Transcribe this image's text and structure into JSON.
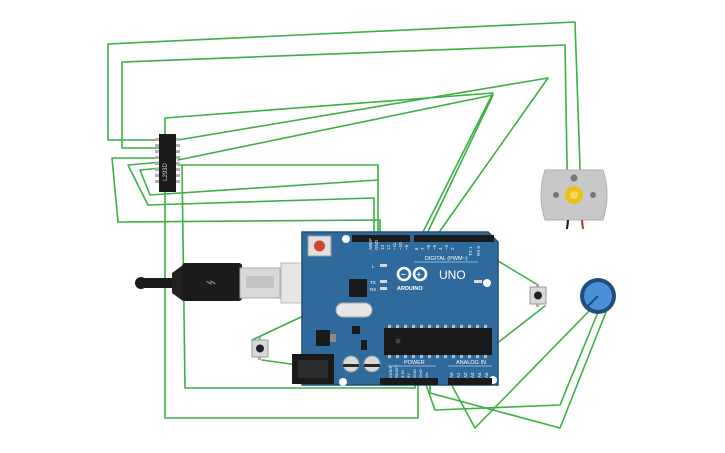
{
  "colors": {
    "wire": "#3cb043",
    "board": "#2f6a9c",
    "board_edge": "#1f4e78",
    "chip": "#222222",
    "header": "#1a1a1a",
    "reset_button": "#d0492f",
    "motor_body": "#c8c8c8",
    "motor_shaft": "#e8c21a",
    "pot_body": "#1f4e78",
    "pot_knob": "#4a90d9"
  },
  "board": {
    "brand": "ARDUINO",
    "model": "UNO",
    "digital_label": "DIGITAL (PWM~)",
    "power_label": "POWER",
    "analog_label": "ANALOG IN",
    "on_label": "ON",
    "l_label": "L",
    "tx_label": "TX",
    "rx_label": "RX",
    "aref_label": "AREF",
    "gnd_label": "GND",
    "digital_pins": [
      "13",
      "12",
      "~11",
      "~10",
      "~9",
      "8",
      "7",
      "~6",
      "~5",
      "4",
      "~3",
      "2",
      "TX 1",
      "RX 0"
    ],
    "power_pins": [
      "IOREF",
      "RESET",
      "3.3V",
      "5V",
      "GND",
      "GND",
      "Vin"
    ],
    "analog_pins": [
      "A0",
      "A1",
      "A2",
      "A3",
      "A4",
      "A5"
    ]
  },
  "ic": {
    "label": "L293D"
  },
  "components": {
    "usb_cable": "usb-cable",
    "dc_motor": "dc-motor",
    "potentiometer": "potentiometer",
    "pushbutton_left": "pushbutton",
    "pushbutton_right": "pushbutton"
  }
}
